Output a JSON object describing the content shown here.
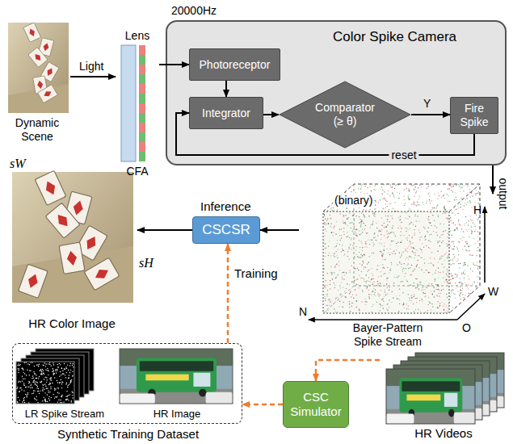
{
  "diagram": {
    "nodes": [
      {
        "text": [
          "Dynamic Scene"
        ]
      },
      {
        "text": [
          "Lens",
          "CFA"
        ]
      },
      {
        "text": [
          "Color Spike Camera"
        ]
      },
      {
        "text": [
          "Photoreceptor"
        ],
        "in": 2
      },
      {
        "text": [
          "Integrator"
        ],
        "in": 2
      },
      {
        "text": [
          "Comparator (≥ θ)"
        ],
        "in": 2
      },
      {
        "text": [
          "Fire Spike"
        ],
        "in": 2
      },
      {
        "text": [
          "HR Color Image"
        ]
      },
      {
        "text": [
          "CSCSR"
        ]
      },
      {
        "text": [
          "Bayer-Pattern Spike Stream"
        ]
      },
      {
        "text": [
          "Synthetic Training Dataset"
        ]
      },
      {
        "text": [
          "LR Spike Stream"
        ],
        "in": 10
      },
      {
        "text": [
          "HR Image"
        ],
        "in": 10
      },
      {
        "text": [
          "CSC Simulator"
        ]
      },
      {
        "text": [
          "HR Videos"
        ]
      }
    ],
    "edges": [
      {
        "from": 0,
        "to": 1,
        "arrow": "to",
        "label": "Light"
      },
      {
        "from": 1,
        "to": 3,
        "arrow": "to"
      },
      {
        "from": 3,
        "to": 4,
        "arrow": "to"
      },
      {
        "from": 4,
        "to": 5,
        "arrow": "to"
      },
      {
        "from": 5,
        "to": 6,
        "arrow": "to",
        "label": "Y"
      },
      {
        "from": 6,
        "to": 4,
        "arrow": "to",
        "label": "reset"
      },
      {
        "from": 2,
        "to": 9,
        "arrow": "to",
        "label": "output"
      },
      {
        "from": 9,
        "to": 8,
        "arrow": "to"
      },
      {
        "from": 8,
        "to": 7,
        "arrow": "to"
      },
      {
        "from": 10,
        "to": 8,
        "arrow": "to",
        "label": "Training"
      },
      {
        "from": 13,
        "to": 10,
        "arrow": "to"
      },
      {
        "from": 14,
        "to": 13,
        "arrow": "to"
      }
    ],
    "labels": [
      "20000Hz",
      "Inference",
      "(binary)",
      "H",
      "W",
      "N",
      "O",
      "sW",
      "sH"
    ]
  }
}
